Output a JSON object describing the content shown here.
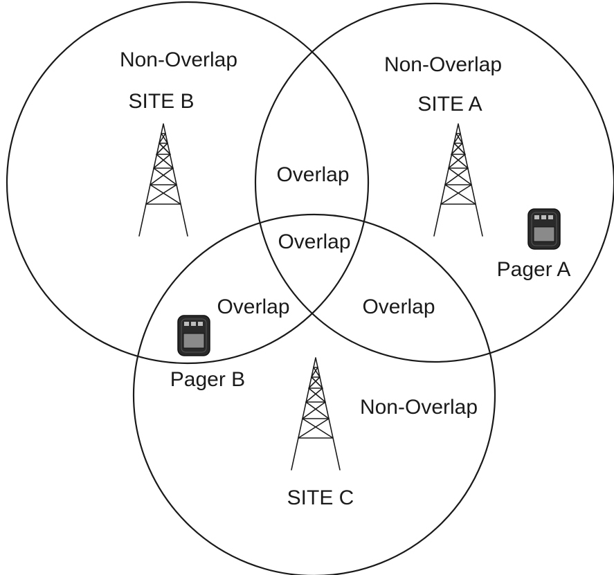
{
  "diagram": {
    "colors": {
      "ink": "#1a1a1a",
      "pager_body": "#2a2a2a",
      "pager_screen": "#8a8a8a",
      "pager_buttons": "#bdbdbd"
    },
    "zones": {
      "site_b_non_overlap": "Non-Overlap",
      "site_a_non_overlap": "Non-Overlap",
      "site_c_non_overlap": "Non-Overlap",
      "overlap_ab": "Overlap",
      "overlap_abc": "Overlap",
      "overlap_bc": "Overlap",
      "overlap_ac": "Overlap"
    },
    "sites": {
      "a": "SITE A",
      "b": "SITE B",
      "c": "SITE C"
    },
    "pagers": {
      "a": "Pager A",
      "b": "Pager B"
    },
    "icons": [
      "radio-tower-icon",
      "pager-icon"
    ]
  }
}
